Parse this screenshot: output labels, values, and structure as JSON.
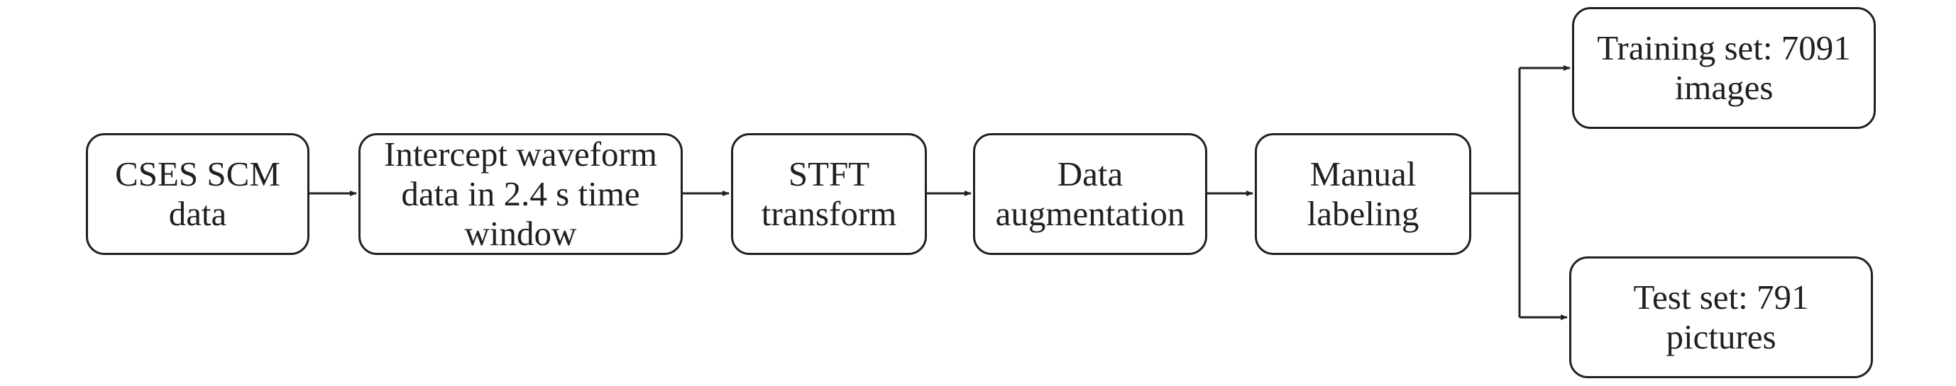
{
  "diagram": {
    "nodes": {
      "cses_data": {
        "label": "CSES SCM\ndata"
      },
      "intercept": {
        "label": "Intercept waveform\ndata in 2.4 s time\nwindow"
      },
      "stft": {
        "label": "STFT\ntransform"
      },
      "augmentation": {
        "label": "Data\naugmentation"
      },
      "labeling": {
        "label": "Manual\nlabeling"
      },
      "training_set": {
        "label": "Training set: 7091\nimages"
      },
      "test_set": {
        "label": "Test set: 791\npictures"
      }
    },
    "edges": [
      {
        "from": "cses_data",
        "to": "intercept"
      },
      {
        "from": "intercept",
        "to": "stft"
      },
      {
        "from": "stft",
        "to": "augmentation"
      },
      {
        "from": "augmentation",
        "to": "labeling"
      },
      {
        "from": "labeling",
        "to": "training_set"
      },
      {
        "from": "labeling",
        "to": "test_set"
      }
    ],
    "colors": {
      "stroke": "#231f20",
      "background": "#ffffff"
    }
  }
}
